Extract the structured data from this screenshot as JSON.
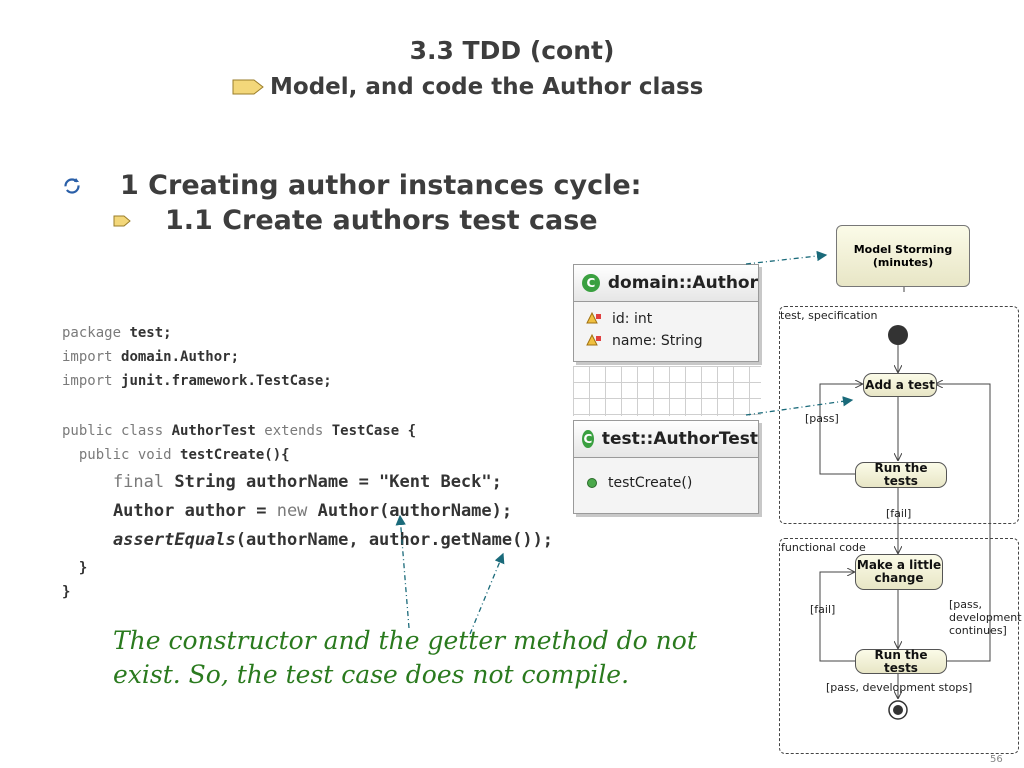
{
  "slide": {
    "title": "3.3 TDD (cont)",
    "subtitle": "Model, and code the Author class",
    "bullet1": "1 Creating author instances cycle:",
    "bullet2": "1.1 Create authors test case",
    "page_number": "56"
  },
  "code": {
    "l1_kw": "package ",
    "l1_b": "test;",
    "l2_kw": "import ",
    "l2_b": "domain.Author;",
    "l3_kw": "import ",
    "l3_b": "junit.framework.TestCase;",
    "l5_kw": "public class ",
    "l5_b1": "AuthorTest",
    "l5_kw2": " extends ",
    "l5_b2": "TestCase {",
    "l6_kw": "  public void ",
    "l6_b": "testCreate(){",
    "l7_kw": "    final ",
    "l7_b": "String authorName = \"Kent Beck\";",
    "l8_b1": "    Author author = ",
    "l8_kw": "new ",
    "l8_b2": "Author(authorName);",
    "l9_i": "    assertEquals",
    "l9_b": "(authorName, author.getName());",
    "l10": "  }",
    "l11": "}"
  },
  "note": "The constructor and the getter method do not exist. So, the test case does not compile.",
  "uml": {
    "author_class": {
      "icon": "C",
      "name": "domain::Author",
      "attributes": [
        "id: int",
        "name: String"
      ]
    },
    "test_class": {
      "icon": "C",
      "name": "test::AuthorTest",
      "operations": [
        "testCreate()"
      ]
    }
  },
  "diagram": {
    "model_storming": "Model Storming (minutes)",
    "region_test": "test, specification",
    "region_code": "functional code",
    "add_test": "Add a test",
    "run_tests_1": "Run the tests",
    "make_change": "Make a little change",
    "run_tests_2": "Run the tests",
    "pass": "[pass]",
    "fail_1": "[fail]",
    "fail_2": "[fail]",
    "pass_continues": "[pass, development continues]",
    "pass_stops": "[pass, development stops]"
  },
  "colors": {
    "note_green": "#2a7a1e",
    "title_gray": "#3d3d3d",
    "arrow_teal": "#1a6a7a"
  }
}
